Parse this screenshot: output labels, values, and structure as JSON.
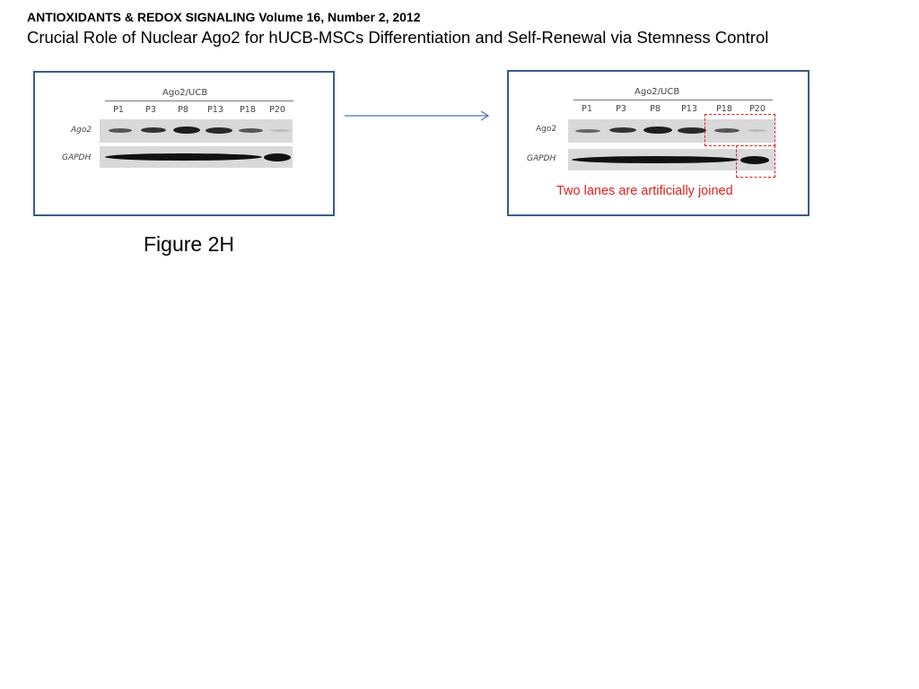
{
  "header": {
    "journal": "ANTIOXIDANTS & REDOX SIGNALING Volume 16, Number 2, 2012",
    "article_title": "Crucial Role of Nuclear Ago2 for hUCB-MSCs Differentiation and Self-Renewal via Stemness Control"
  },
  "left_panel": {
    "blot_header": "Ago2/UCB",
    "lanes": [
      "P1",
      "P3",
      "P8",
      "P13",
      "P18",
      "P20"
    ],
    "rows": [
      "Ago2",
      "GAPDH"
    ]
  },
  "right_panel": {
    "blot_header": "Ago2/UCB",
    "lanes": [
      "P1",
      "P3",
      "P8",
      "P13",
      "P18",
      "P20"
    ],
    "rows": [
      "Ago2",
      "GAPDH"
    ],
    "annotation": "Two lanes are artificially joined"
  },
  "figure_caption": "Figure 2H",
  "colors": {
    "panel_border": "#3d5a85",
    "arrow": "#4a74b0",
    "annotation": "#e0201f"
  },
  "icons": {
    "arrow": "right-arrow-icon"
  }
}
